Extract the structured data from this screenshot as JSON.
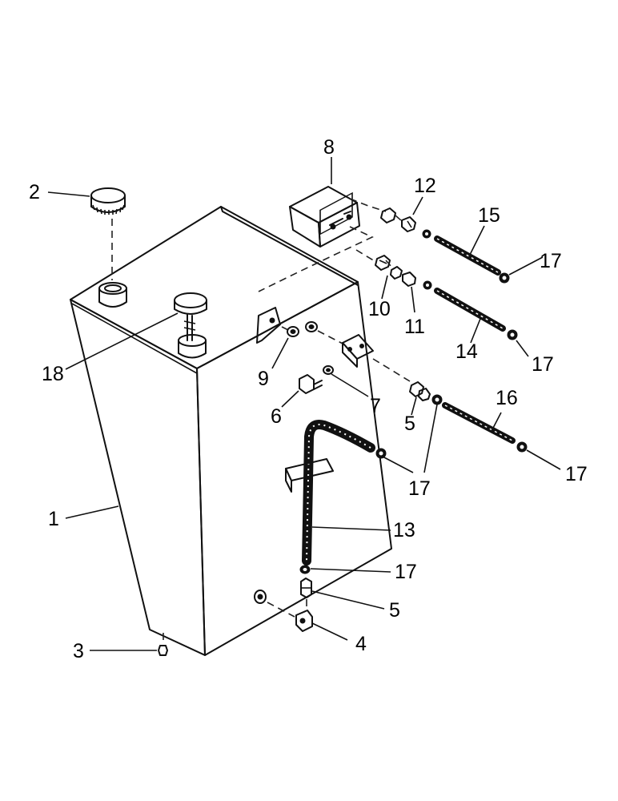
{
  "callouts": {
    "c1": "1",
    "c2": "2",
    "c3": "3",
    "c4": "4",
    "c5a": "5",
    "c5b": "5",
    "c6": "6",
    "c7": "7",
    "c8": "8",
    "c9": "9",
    "c10": "10",
    "c11": "11",
    "c12": "12",
    "c13": "13",
    "c14": "14",
    "c15": "15",
    "c16": "16",
    "c17a": "17",
    "c17b": "17",
    "c17c": "17",
    "c17d": "17",
    "c17e": "17",
    "c18": "18"
  },
  "colors": {
    "ink": "#111111",
    "paper": "#ffffff"
  },
  "icons": [
    "fuel-tank",
    "filler-cap",
    "sender-unit",
    "fuel-filter",
    "fuel-hose",
    "elbow-fitting",
    "drain-plug"
  ]
}
